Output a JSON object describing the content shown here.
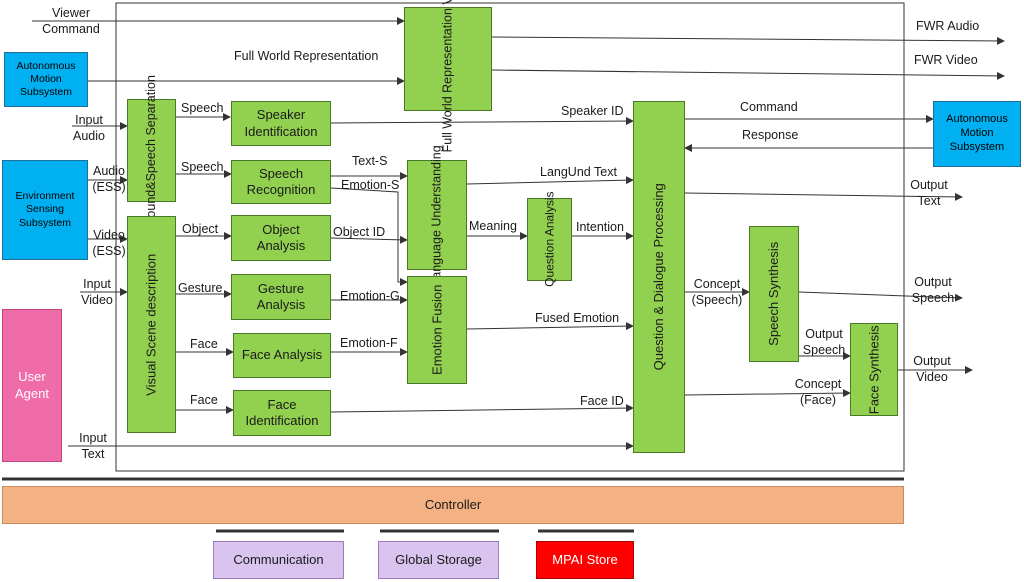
{
  "blocks": {
    "fwr_viewer": "Full World\nRepresentation\nViewer",
    "autonomous_motion_left": "Autonomous\nMotion\nSubsystem",
    "environment_sensing": "Environment\nSensing\nSubsystem",
    "user_agent": "User\nAgent",
    "sound_speech_separation": "Sound&Speech\nSeparation",
    "speaker_identification": "Speaker\nIdentification",
    "speech_recognition": "Speech\nRecognition",
    "visual_scene_description": "Visual Scene description",
    "object_analysis": "Object\nAnalysis",
    "gesture_analysis": "Gesture\nAnalysis",
    "face_analysis": "Face Analysis",
    "face_identification": "Face\nIdentification",
    "language_understanding": "Language\nUnderstanding",
    "emotion_fusion": "Emotion Fusion",
    "question_analysis": "Question\nAnalysis",
    "question_dialogue_processing": "Question & Dialogue Processing",
    "speech_synthesis": "Speech\nSynthesis",
    "face_synthesis": "Face\nSynthesis",
    "autonomous_motion_right": "Autonomous\nMotion\nSubsystem",
    "controller": "Controller",
    "communication": "Communication",
    "global_storage": "Global Storage",
    "mpai_store": "MPAI Store"
  },
  "labels": {
    "viewer_command": "Viewer\nCommand",
    "full_world_representation": "Full World Representation",
    "fwr_audio": "FWR Audio",
    "fwr_video": "FWR Video",
    "input_audio": "Input\nAudio",
    "audio_ess": "Audio\n(ESS)",
    "video_ess": "Video\n(ESS)",
    "input_video": "Input\nVideo",
    "input_text": "Input\nText",
    "speech_1": "Speech",
    "speech_2": "Speech",
    "object": "Object",
    "gesture": "Gesture",
    "face_1": "Face",
    "face_2": "Face",
    "text_s": "Text-S",
    "emotion_s": "Emotion-S",
    "object_id": "Object ID",
    "emotion_g": "Emotion-G",
    "emotion_f": "Emotion-F",
    "meaning": "Meaning",
    "intention": "Intention",
    "speaker_id": "Speaker ID",
    "langund_text": "LangUnd Text",
    "fused_emotion": "Fused Emotion",
    "face_id": "Face ID",
    "command": "Command",
    "response": "Response",
    "output_text": "Output\nText",
    "concept_speech": "Concept\n(Speech)",
    "output_speech_1": "Output\nSpeech",
    "output_speech_2": "Output\nSpeech",
    "concept_face": "Concept\n(Face)",
    "output_video": "Output\nVideo"
  },
  "colors": {
    "module": "#92d050",
    "subsystem": "#00b0f0",
    "user_agent": "#f06ca8",
    "controller": "#f4b183",
    "infrastructure": "#d9c3ef",
    "store": "#ff0000"
  }
}
